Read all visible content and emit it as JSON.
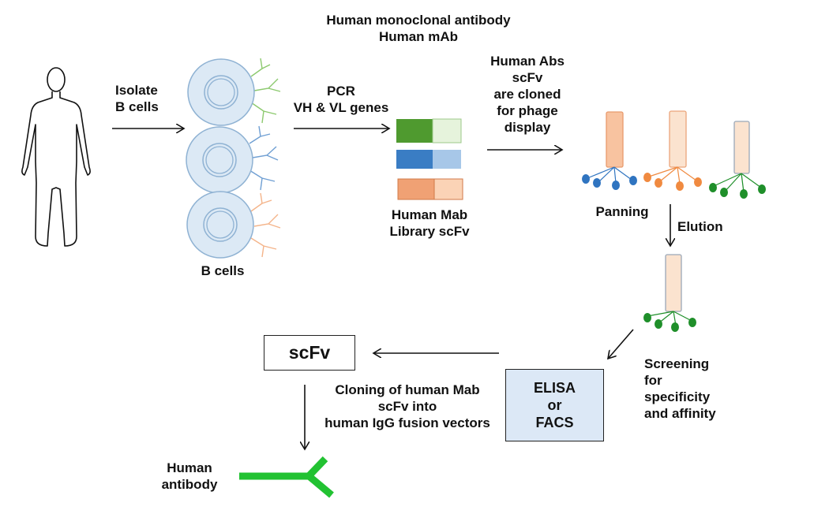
{
  "title": {
    "line1": "Human monoclonal antibody",
    "line2": "Human mAb"
  },
  "steps": {
    "isolate": {
      "line1": "Isolate",
      "line2": "B cells"
    },
    "pcr": {
      "line1": "PCR",
      "line2": "VH & VL genes"
    },
    "cloned": {
      "line1": "Human Abs",
      "line2": "scFv",
      "line3": "are cloned",
      "line4": "for phage",
      "line5": "display"
    },
    "bcells": "B cells",
    "library": {
      "line1": "Human Mab",
      "line2": "Library scFv"
    },
    "panning": "Panning",
    "elution": "Elution",
    "screening": {
      "line1": "Screening",
      "line2": "for",
      "line3": "specificity",
      "line4": "and affinity"
    },
    "assay": {
      "line1": "ELISA",
      "line2": "or",
      "line3": "FACS"
    },
    "scfv_box": "scFv",
    "cloning": {
      "line1": "Cloning of human Mab",
      "line2": "scFv into",
      "line3": "human IgG fusion vectors"
    },
    "result": {
      "line1": "Human",
      "line2": "antibody"
    }
  },
  "colors": {
    "cell_fill": "#dce9f5",
    "cell_stroke": "#8fb2d3",
    "green_light": "#e6f3dc",
    "green_dark": "#4f9a2f",
    "blue_light": "#a7c7e8",
    "blue_dark": "#3a7dc4",
    "orange_light": "#fbd3b6",
    "orange_dark": "#f0a174",
    "phage_body": "#fbe3cf",
    "phage_dot_blue": "#2f74c0",
    "phage_dot_orange": "#f08a40",
    "phage_dot_green": "#1f8f2a",
    "antibody_green": "#22c232",
    "assay_fill": "#dce8f6"
  },
  "icons": [
    "human-silhouette-icon",
    "b-cell-icon",
    "phage-icon",
    "antibody-icon"
  ]
}
